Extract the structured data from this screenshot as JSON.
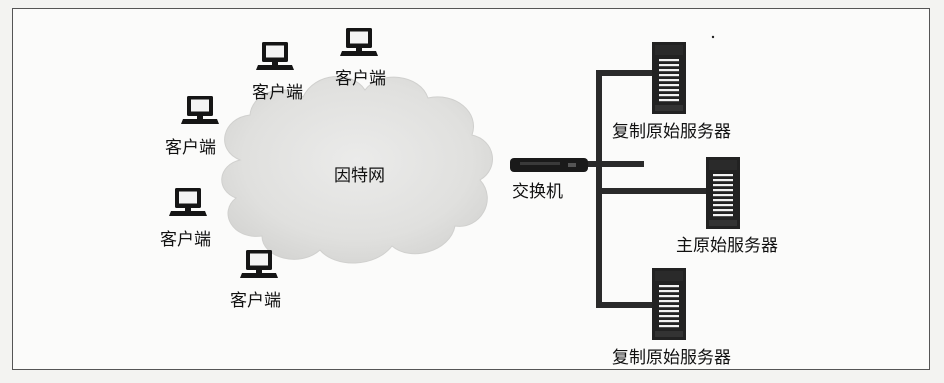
{
  "internet": {
    "label": "因特网"
  },
  "clients": [
    {
      "label": "客户端"
    },
    {
      "label": "客户端"
    },
    {
      "label": "客户端"
    },
    {
      "label": "客户端"
    },
    {
      "label": "客户端"
    }
  ],
  "switch": {
    "label": "交换机"
  },
  "servers": [
    {
      "label": "复制原始服务器"
    },
    {
      "label": "主原始服务器"
    },
    {
      "label": "复制原始服务器"
    }
  ]
}
